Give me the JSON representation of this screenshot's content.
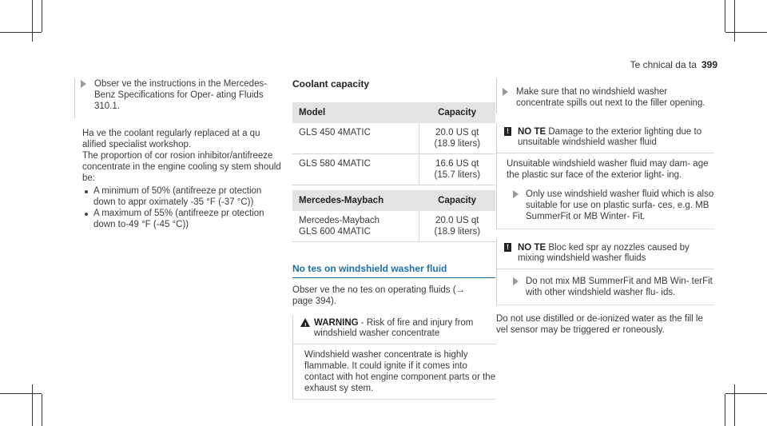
{
  "header": {
    "title": "Te chnical da ta",
    "page": "399"
  },
  "col1": {
    "note": "Obser ve the instructions in the Mercedes-Benz Specifications for Oper‐ ating Fluids 310.1.",
    "para1": "Ha ve the coolant regularly replaced at a qu alified specialist workshop.",
    "para2": "The proportion of cor rosion inhibitor/antifreeze concentrate in the engine cooling sy stem should be:",
    "bullets": [
      "A minimum of 50% (antifreeze pr otection down to appr oximately -35 °F (-37 °C))",
      "A maximum of 55% (antifreeze pr otection down to-49 °F (-45 °C))"
    ]
  },
  "col2": {
    "table_title": "Coolant capacity",
    "table1": {
      "h_model": "Model",
      "h_capacity": "Capacity",
      "rows": [
        {
          "model": "GLS 450 4MATIC",
          "cap1": "20.0 US qt",
          "cap2": "(18.9 liters)"
        },
        {
          "model": "GLS 580 4MATIC",
          "cap1": "16.6 US qt",
          "cap2": "(15.7 liters)"
        }
      ]
    },
    "table2": {
      "h_model": "Mercedes-Maybach",
      "h_capacity": "Capacity",
      "rows": [
        {
          "model1": "Mercedes-Maybach",
          "model2": "GLS 600 4MATIC",
          "cap1": "20.0 US qt",
          "cap2": "(18.9 liters)"
        }
      ]
    },
    "section_title": "No tes on windshield washer fluid",
    "para": "Obser ve the no tes on operating fluids (→ page 394).",
    "warning": {
      "label": "WARNING",
      "head": " - Risk of fire and injury from windshield washer concentrate",
      "body": "Windshield washer concentrate is highly flammable. It could ignite if it comes into contact with hot engine component parts or the exhaust sy stem."
    }
  },
  "col3": {
    "note1": "Make sure that no windshield washer concentrate spills out next to the filler opening.",
    "notice1": {
      "label": "NO TE",
      "head": " Damage to the exterior lighting due to unsuitable windshield washer fluid",
      "body": "Unsuitable windshield washer fluid may dam‐ age the plastic sur face of the exterior light‐ ing.",
      "note": "Only use windshield washer fluid which is also suitable for use on plastic surfa‐ ces, e.g. MB SummerFit or MB Winter‐ Fit."
    },
    "notice2": {
      "label": "NO TE",
      "head": " Bloc ked spr ay nozzles caused by mixing windshield washer fluids",
      "note": "Do not mix MB SummerFit and MB Win‐ terFit with other windshield washer flu‐ ids."
    },
    "para": "Do not use distilled or de-ionized water as the fill le vel sensor may be triggered er roneously."
  }
}
